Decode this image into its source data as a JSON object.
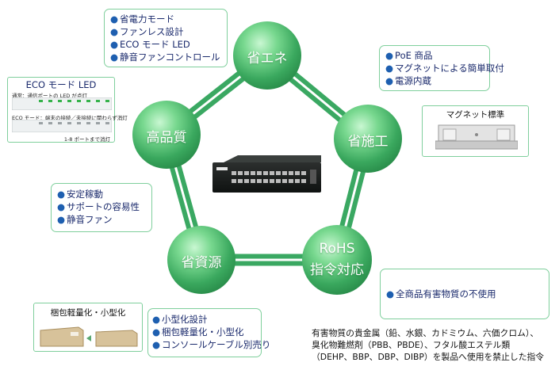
{
  "nodes": {
    "top": "省エネ",
    "right": "省施工",
    "bottom_right_line1": "RoHS",
    "bottom_right_line2": "指令対応",
    "bottom_left": "省資源",
    "left": "高品質"
  },
  "boxes": {
    "energy": [
      "省電力モード",
      "ファンレス設計",
      "ECO モード LED",
      "静音ファンコントロール"
    ],
    "construction": [
      "PoE 商品",
      "マグネットによる簡単取付",
      "電源内蔵"
    ],
    "quality": [
      "安定稼動",
      "サポートの容易性",
      "静音ファン"
    ],
    "resource": [
      "小型化設計",
      "梱包軽量化・小型化",
      "コンソールケーブル別売り"
    ],
    "rohs": [
      "全商品有害物質の不使用"
    ]
  },
  "bullet": "●",
  "eco_panel": {
    "title": "ECO モード LED",
    "normal_caption": "通常：通信ポートの LED が点灯",
    "eco_caption": "ECO モード：端末の接続／未接続に関わらず消灯",
    "footer": "1-8 ポートまで消灯"
  },
  "magnet_panel": {
    "title": "マグネット標準"
  },
  "packaging_panel": {
    "title": "梱包軽量化・小型化"
  },
  "rohs_note": [
    "有害物質の貴金属（鉛、水銀、カドミウム、六価クロム）、",
    "臭化物難燃剤（PBB、PBDE）、フタル酸エステル類",
    "（DEHP、BBP、DBP、DIBP）を製品へ使用を禁止した指令"
  ],
  "colors": {
    "node": "#3fae61",
    "node_light": "#a6ecb5",
    "band": "#3aa862",
    "border": "#7fcf9c",
    "text": "#1a2a6c",
    "bullet": "#1e5fb0"
  }
}
